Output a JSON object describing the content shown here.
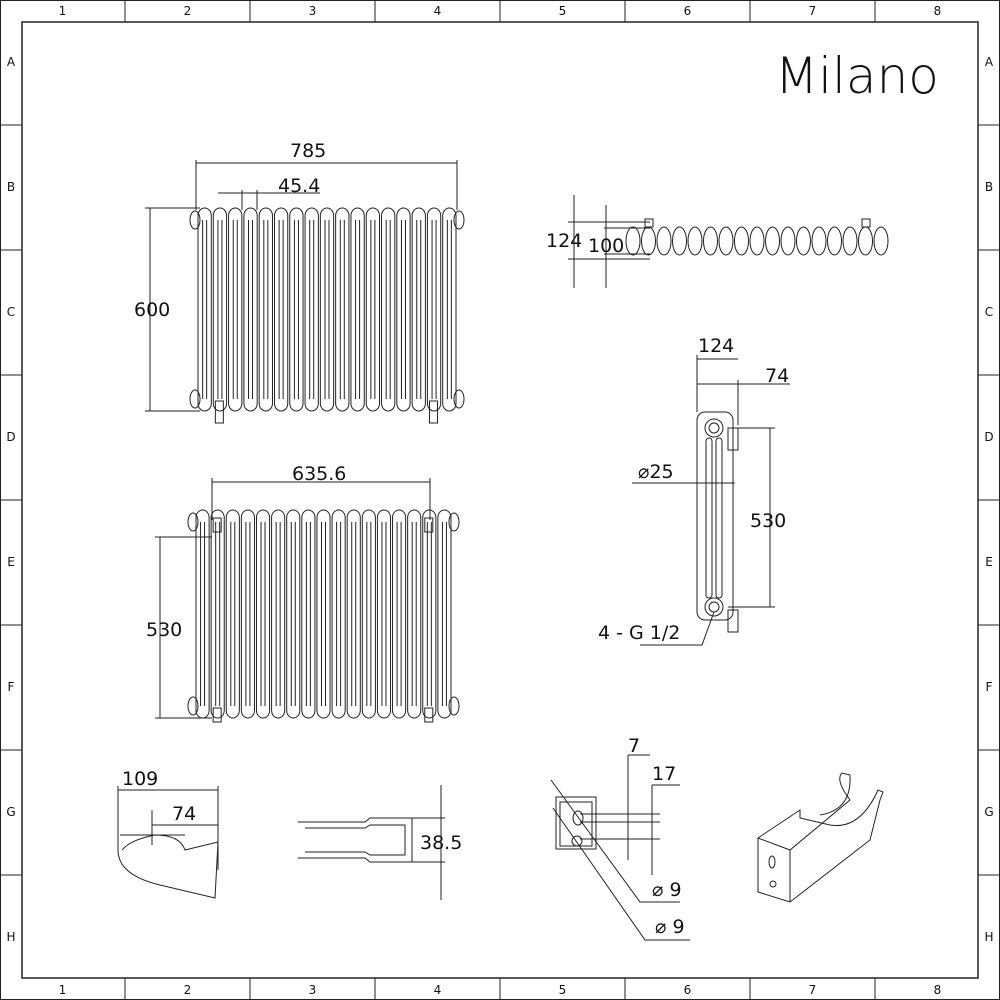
{
  "brand": "Milano",
  "grid": {
    "columns": [
      "1",
      "2",
      "3",
      "4",
      "5",
      "6",
      "7",
      "8"
    ],
    "rows": [
      "A",
      "B",
      "C",
      "D",
      "E",
      "F",
      "G",
      "H"
    ]
  },
  "front_view": {
    "width": "785",
    "section_pitch": "45.4",
    "height": "600"
  },
  "rear_view": {
    "bracket_spacing": "635.6",
    "bracket_height": "530"
  },
  "top_view": {
    "depth": "124",
    "inner_depth": "100"
  },
  "side_view": {
    "depth": "124",
    "offset": "74",
    "tube_diameter": "⌀25",
    "centres": "530",
    "connections": "4  -  G 1/2"
  },
  "bracket_side": {
    "length": "109",
    "offset": "74"
  },
  "bracket_top": {
    "width": "38.5"
  },
  "bracket_front": {
    "slot": "7",
    "hole_spacing": "17",
    "hole1": "⌀ 9",
    "hole2": "⌀ 9"
  }
}
